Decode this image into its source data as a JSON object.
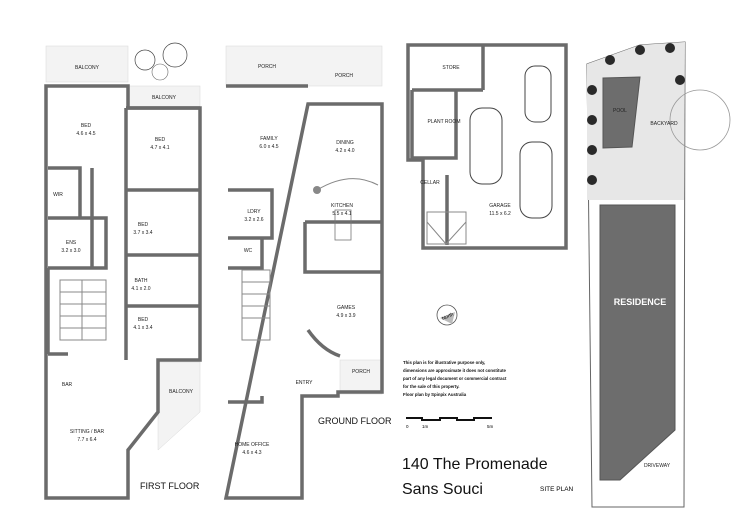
{
  "first_floor": {
    "title": "FIRST FLOOR",
    "rooms": [
      {
        "name": "BALCONY",
        "size": ""
      },
      {
        "name": "BALCONY",
        "size": ""
      },
      {
        "name": "BED",
        "size": "4.6 x 4.5"
      },
      {
        "name": "BED",
        "size": "4.7 x 4.1"
      },
      {
        "name": "WIR",
        "size": ""
      },
      {
        "name": "BED",
        "size": "3.7 x 3.4"
      },
      {
        "name": "ENS",
        "size": "3.2 x 3.0"
      },
      {
        "name": "BATH",
        "size": "4.1 x 2.0"
      },
      {
        "name": "BED",
        "size": "4.1 x 3.4"
      },
      {
        "name": "BAR",
        "size": ""
      },
      {
        "name": "BALCONY",
        "size": ""
      },
      {
        "name": "SITTING / BAR",
        "size": "7.7 x 6.4"
      }
    ]
  },
  "ground_floor": {
    "title": "GROUND FLOOR",
    "rooms": [
      {
        "name": "PORCH",
        "size": ""
      },
      {
        "name": "PORCH",
        "size": ""
      },
      {
        "name": "FAMILY",
        "size": "6.0 x 4.5"
      },
      {
        "name": "DINING",
        "size": "4.2 x 4.0"
      },
      {
        "name": "KITCHEN",
        "size": "5.5 x 4.1"
      },
      {
        "name": "LDRY",
        "size": "3.2 x 2.6"
      },
      {
        "name": "WC",
        "size": ""
      },
      {
        "name": "GAMES",
        "size": "4.9 x 3.9"
      },
      {
        "name": "PORCH",
        "size": ""
      },
      {
        "name": "ENTRY",
        "size": ""
      },
      {
        "name": "HOME OFFICE",
        "size": "4.6 x 4.3"
      }
    ]
  },
  "basement": {
    "rooms": [
      {
        "name": "STORE",
        "size": ""
      },
      {
        "name": "PLANT ROOM",
        "size": ""
      },
      {
        "name": "CELLAR",
        "size": ""
      },
      {
        "name": "GARAGE",
        "size": "11.5 x 6.2"
      }
    ]
  },
  "site_plan": {
    "title": "SITE PLAN",
    "labels": [
      "POOL",
      "BACKYARD",
      "RESIDENCE",
      "DRIVEWAY"
    ]
  },
  "north_label": "North",
  "disclaimer": [
    "This plan is for illustrative purpose only,",
    "dimensions are approximate it does not constitute",
    "part of any legal document or commercial contract",
    "for the sale of this property.",
    "Floor plan by Spinpix Australia"
  ],
  "scale": {
    "labels": [
      "0",
      "1m",
      "5m"
    ]
  },
  "address": {
    "line1": "140 The Promenade",
    "line2": "Sans Souci"
  },
  "colors": {
    "wall": "#6b6b6b",
    "pool": "#6d6d6d",
    "residence": "#6d6d6d"
  }
}
